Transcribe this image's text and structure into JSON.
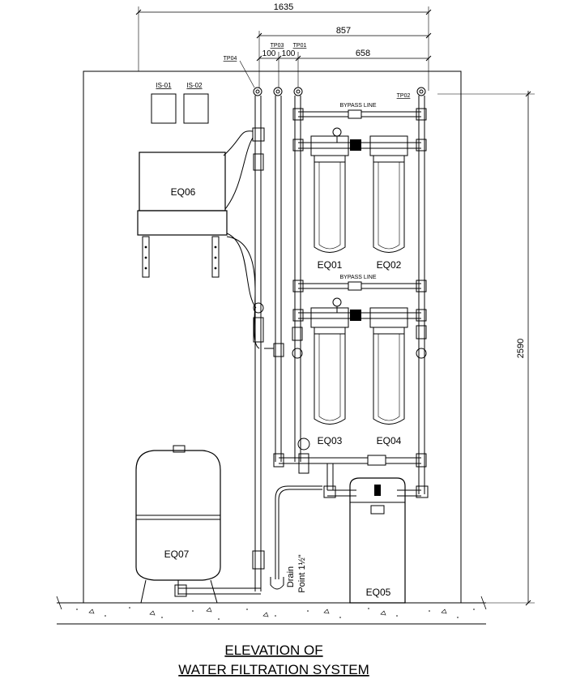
{
  "dimensions": {
    "overall_width": "1635",
    "panel_width": "857",
    "offset_a": "100",
    "offset_b": "100",
    "filter_span": "658",
    "height": "2590"
  },
  "tap_points": {
    "tp01": "TP01",
    "tp02": "TP02",
    "tp03": "TP03",
    "tp04": "TP04"
  },
  "instrument_sheets": {
    "is01": "IS-01",
    "is02": "IS-02"
  },
  "equipment": {
    "eq01": "EQ01",
    "eq02": "EQ02",
    "eq03": "EQ03",
    "eq04": "EQ04",
    "eq05": "EQ05",
    "eq06": "EQ06",
    "eq07": "EQ07"
  },
  "annotations": {
    "bypass_line_upper": "BYPASS LINE",
    "bypass_line_lower": "BYPASS LINE",
    "drain_point_line1": "Drain",
    "drain_point_line2": "Point 1½\""
  },
  "title": {
    "line1": "ELEVATION OF",
    "line2": "WATER FILTRATION SYSTEM"
  }
}
